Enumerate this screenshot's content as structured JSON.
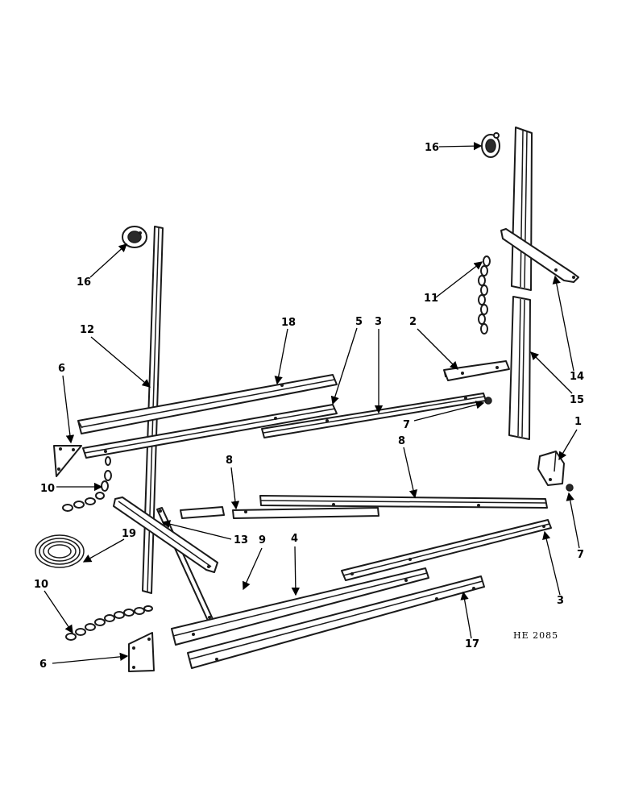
{
  "figure_ref": "HE 2085",
  "callouts": {
    "p16_top": "16",
    "p16_left": "16",
    "p11": "11",
    "p12": "12",
    "p18": "18",
    "p5": "5",
    "p3_top": "3",
    "p2": "2",
    "p14": "14",
    "p15": "15",
    "p6_top": "6",
    "p7_top": "7",
    "p1": "1",
    "p8_left": "8",
    "p8_mid": "8",
    "p10_top": "10",
    "p13": "13",
    "p9": "9",
    "p4": "4",
    "p19": "19",
    "p7_right": "7",
    "p3_bottom": "3",
    "p10_bottom": "10",
    "p17": "17",
    "p6_bottom": "6"
  }
}
